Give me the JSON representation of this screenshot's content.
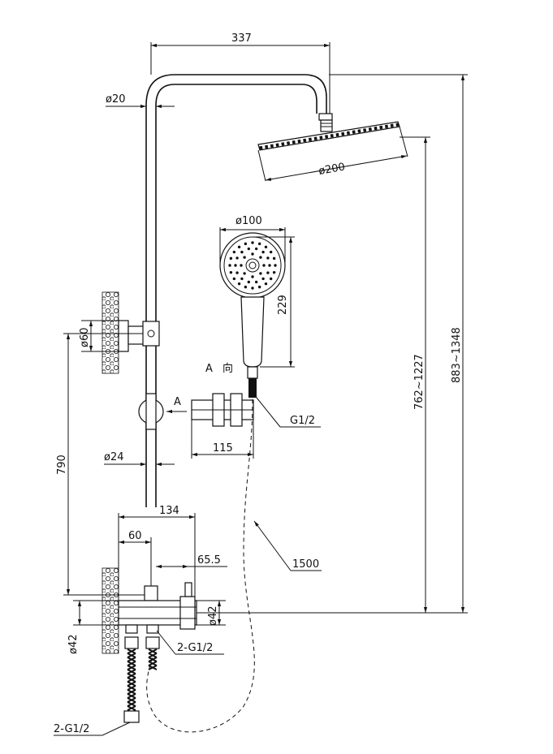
{
  "dimensions": {
    "width_top": "337",
    "pipe_dia": "ø20",
    "head_dia": "ø200",
    "hand_dia": "ø100",
    "hand_len": "229",
    "view_label_a": "A",
    "view_label_dir": "向",
    "view_marker": "A",
    "conn_g12": "G1/2",
    "holder_width": "115",
    "bar_dia": "ø24",
    "mount_dia": "ø60",
    "height_790": "790",
    "depth_134": "134",
    "depth_60": "60",
    "depth_655": "65.5",
    "hose_len": "1500",
    "body_dia_42": "ø42",
    "inlet_dia_42": "ø42",
    "inlets_2g12": "2-G1/2",
    "hoses_2g12": "2-G1/2",
    "range_762": "762~1227",
    "range_883": "883~1348"
  }
}
